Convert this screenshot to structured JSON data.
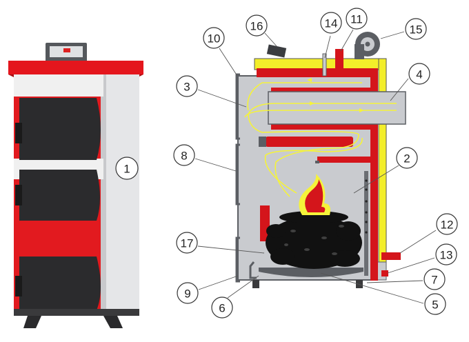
{
  "labels": {
    "l1": "1",
    "l2": "2",
    "l3": "3",
    "l4": "4",
    "l5": "5",
    "l6": "6",
    "l7": "7",
    "l8": "8",
    "l9": "9",
    "l10": "10",
    "l11": "11",
    "l12": "12",
    "l13": "13",
    "l14": "14",
    "l15": "15",
    "l16": "16",
    "l17": "17"
  },
  "colors": {
    "water_jacket": "#d4151b",
    "insulation": "#f3ee2a",
    "chamber": "#c9cbcf",
    "steel": "#5b5e63",
    "flue_arrow": "#f5f33a",
    "boiler_top": "#e4161d"
  }
}
